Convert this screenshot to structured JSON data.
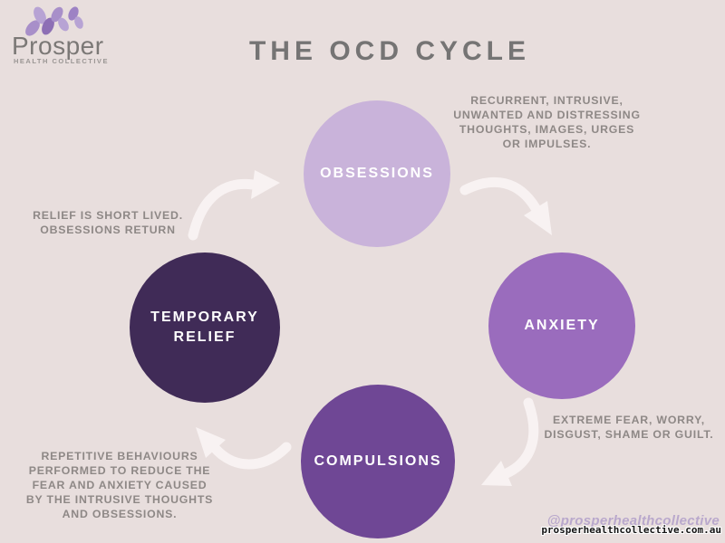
{
  "background_color": "#e8dedd",
  "logo": {
    "name": "Prosper",
    "tagline": "HEALTH COLLECTIVE",
    "flower_colors": [
      "#a88fc9",
      "#8d6fb5",
      "#b7a3d4"
    ]
  },
  "title": {
    "text": "THE OCD CYCLE",
    "color": "#757474"
  },
  "cycle": {
    "arrow_color": "#f8f2f2",
    "label_color": "#ffffff",
    "text_color": "#8e8886",
    "stages": [
      {
        "id": "obsessions",
        "label": "OBSESSIONS",
        "circle_color": "#c9b3da",
        "description": "RECURRENT, INTRUSIVE, UNWANTED AND DISTRESSING THOUGHTS, IMAGES, URGES OR IMPULSES."
      },
      {
        "id": "anxiety",
        "label": "ANXIETY",
        "circle_color": "#9a6cbd",
        "description": "EXTREME FEAR, WORRY, DISGUST, SHAME OR GUILT."
      },
      {
        "id": "compulsions",
        "label": "COMPULSIONS",
        "circle_color": "#6f4795",
        "description": "REPETITIVE BEHAVIOURS PERFORMED TO REDUCE THE FEAR AND ANXIETY CAUSED BY THE INTRUSIVE THOUGHTS AND OBSESSIONS."
      },
      {
        "id": "temporary-relief",
        "label": "TEMPORARY RELIEF",
        "circle_color": "#402b57",
        "description": "RELIEF IS SHORT LIVED. OBSESSIONS RETURN"
      }
    ]
  },
  "watermark": {
    "handle": "@prosperhealthcollective",
    "handle_color": "#b9a8cc",
    "website": "prosperhealthcollective.com.au"
  }
}
